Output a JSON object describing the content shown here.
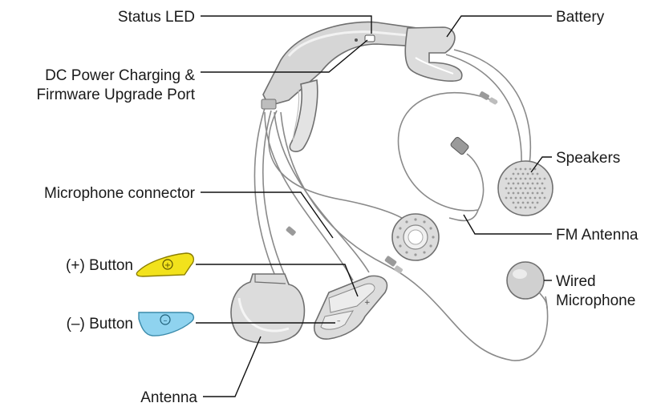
{
  "labels": {
    "status_led": "Status LED",
    "dc_port_line1": "DC Power Charging &",
    "dc_port_line2": "Firmware Upgrade Port",
    "microphone_connector": "Microphone connector",
    "plus_button": "(+) Button",
    "minus_button": "(–) Button",
    "antenna": "Antenna",
    "battery": "Battery",
    "speakers": "Speakers",
    "fm_antenna": "FM Antenna",
    "wired_mic_line1": "Wired",
    "wired_mic_line2": "Microphone"
  },
  "colors": {
    "plus_button": "#f2e21c",
    "minus_button": "#8fd3ef",
    "device_fill": "#d6d6d6",
    "device_stroke": "#6f6f6f"
  },
  "icons": {
    "plus_button": "plus-button-icon",
    "minus_button": "minus-button-icon"
  }
}
